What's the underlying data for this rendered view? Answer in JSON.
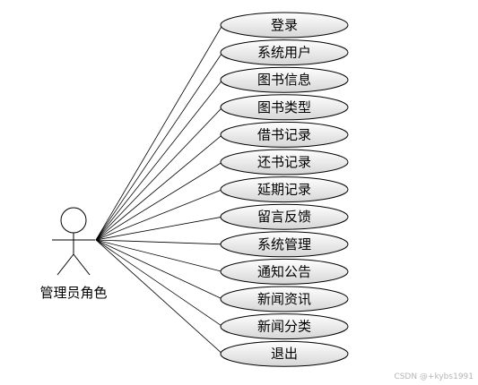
{
  "actor": {
    "label": "管理员角色"
  },
  "use_cases": [
    "登录",
    "系统用户",
    "图书信息",
    "图书类型",
    "借书记录",
    "还书记录",
    "延期记录",
    "留言反馈",
    "系统管理",
    "通知公告",
    "新闻资讯",
    "新闻分类",
    "退出"
  ],
  "watermark": "CSDN @+kybs1991",
  "colors": {
    "stroke": "#000000",
    "fill_top": "#ffffff",
    "fill_bottom": "#d9d9d9",
    "watermark": "#b5b5b5"
  }
}
